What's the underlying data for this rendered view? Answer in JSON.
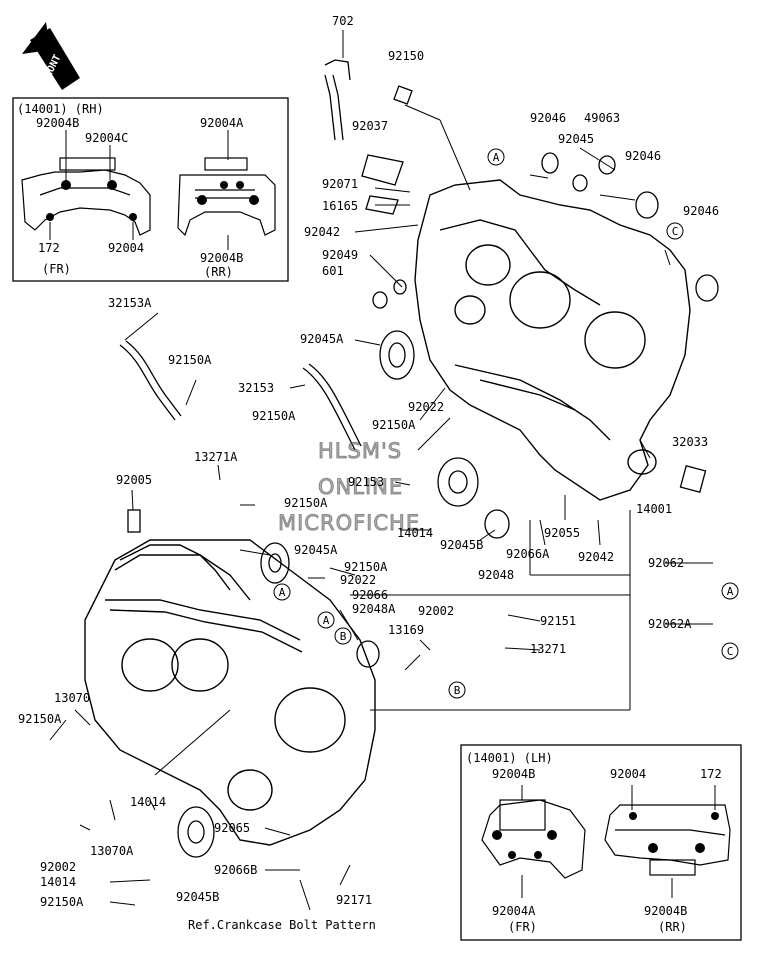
{
  "front_label": "FRONT",
  "watermark": {
    "line1": "HLSM'S",
    "line2": "ONLINE",
    "line3": "MICROFICHE"
  },
  "inset_rh": {
    "title": "(14001) (RH)",
    "labels": [
      "92004B",
      "92004C",
      "92004A",
      "172",
      "92004",
      "92004B"
    ],
    "fr": "(FR)",
    "rr": "(RR)"
  },
  "inset_lh": {
    "title": "(14001) (LH)",
    "labels": [
      "92004B",
      "92004",
      "172",
      "92004A",
      "92004B"
    ],
    "fr": "(FR)",
    "rr": "(RR)"
  },
  "parts": {
    "p702": "702",
    "p92150": "92150",
    "p92037": "92037",
    "p92071": "92071",
    "p16165": "16165",
    "p92042_top": "92042",
    "p92049": "92049",
    "p601": "601",
    "p92046_a": "92046",
    "p92045": "92045",
    "p49063": "49063",
    "p92046_b": "92046",
    "p92046_c": "92046",
    "p32153A": "32153A",
    "p92150A_1": "92150A",
    "p92045A": "92045A",
    "p32153": "32153",
    "p92150A_2": "92150A",
    "p92022_top": "92022",
    "p92150A_3": "92150A",
    "p92153": "92153",
    "p13271A": "13271A",
    "p92005": "92005",
    "p92150A_4": "92150A",
    "p14014_mid": "14014",
    "p92045B_mid": "92045B",
    "p92066A": "92066A",
    "p92055": "92055",
    "p92042_mid": "92042",
    "p14001": "14001",
    "p32033": "32033",
    "p92048": "92048",
    "p92062": "92062",
    "p92045A_2": "92045A",
    "p92150A_5": "92150A",
    "p92022_mid": "92022",
    "p92066": "92066",
    "p92062A": "92062A",
    "p92048A": "92048A",
    "p92002_mid": "92002",
    "p92151": "92151",
    "p13169": "13169",
    "p13271": "13271",
    "p13070": "13070",
    "p92150A_6": "92150A",
    "p14014_bot": "14014",
    "p92002_bot": "92002",
    "p13070A": "13070A",
    "p92065": "92065",
    "p92066B": "92066B",
    "p14014_bot2": "14014",
    "p92150A_7": "92150A",
    "p92045B_bot": "92045B",
    "p92171": "92171"
  },
  "callouts": {
    "A": "A",
    "B": "B",
    "C": "C"
  },
  "footer": "Ref.Crankcase Bolt Pattern"
}
